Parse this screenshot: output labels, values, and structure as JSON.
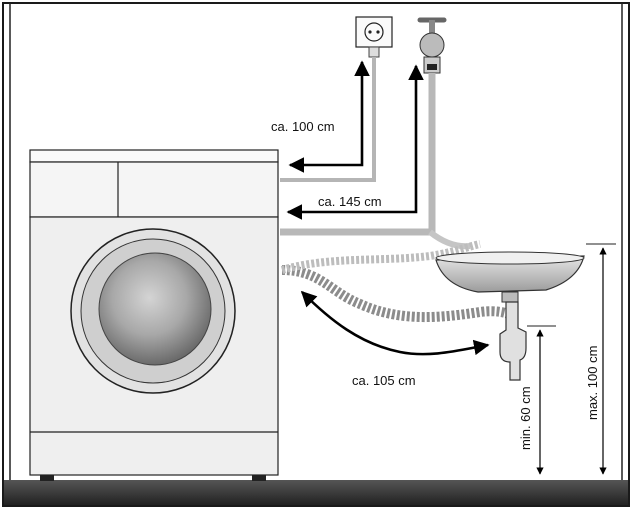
{
  "labels": {
    "power_cable": "ca. 100 cm",
    "inlet_hose": "ca. 145 cm",
    "drain_hose": "ca. 105 cm",
    "min_height": "min. 60 cm",
    "max_height": "max. 100 cm"
  },
  "colors": {
    "background": "#ffffff",
    "frame": "#1a1a1a",
    "floor": "#333333",
    "machine_fill": "#f1f1f1",
    "door_glass": "#9a9a9a",
    "arrow": "#000000"
  }
}
